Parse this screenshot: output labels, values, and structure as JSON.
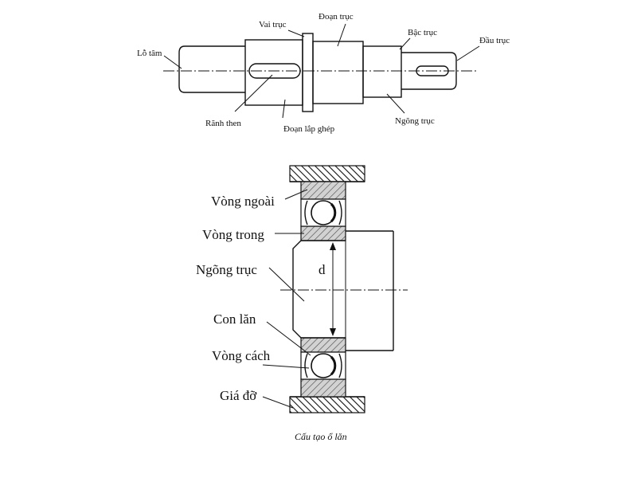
{
  "shaft": {
    "labels": {
      "center_hole": "Lỗ tâm",
      "shoulder": "Vai trục",
      "shaft_section": "Đoạn trục",
      "shaft_step": "Bậc trục",
      "shaft_end": "Đầu trục",
      "key_groove": "Rãnh then",
      "fitting_section": "Đoạn lắp ghép",
      "journal": "Ngõng trục"
    }
  },
  "bearing": {
    "labels": {
      "outer_ring": "Vòng ngoài",
      "inner_ring": "Vòng trong",
      "journal": "Ngõng trục",
      "rolling_element": "Con lăn",
      "cage": "Vòng cách",
      "support": "Giá đỡ",
      "diameter": "d"
    },
    "caption": "Cấu tạo ổ lăn"
  },
  "colors": {
    "line": "#111111",
    "hatch_fill": "#c8c8c8",
    "background": "#ffffff"
  }
}
